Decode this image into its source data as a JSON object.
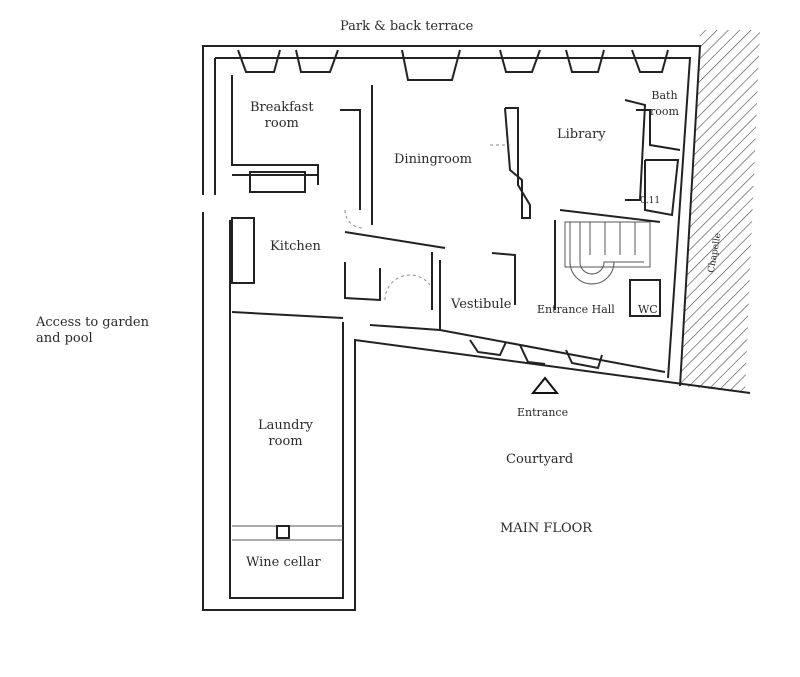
{
  "plan": {
    "title": "MAIN FLOOR",
    "outside": {
      "top": "Park & back terrace",
      "left_line1": "Access to garden",
      "left_line2": "and pool",
      "courtyard": "Courtyard",
      "entrance": "Entrance",
      "chapel": "Chapelle"
    },
    "rooms": {
      "breakfast_line1": "Breakfast",
      "breakfast_line2": "room",
      "dining": "Diningroom",
      "library": "Library",
      "bath_line1": "Bath",
      "bath_line2": "room",
      "kitchen": "Kitchen",
      "vestibule": "Vestibule",
      "entrance_hall": "Entrance Hall",
      "wc": "WC",
      "laundry_line1": "Laundry",
      "laundry_line2": "room",
      "wine_cellar": "Wine cellar",
      "small_mark": "0.11"
    }
  }
}
